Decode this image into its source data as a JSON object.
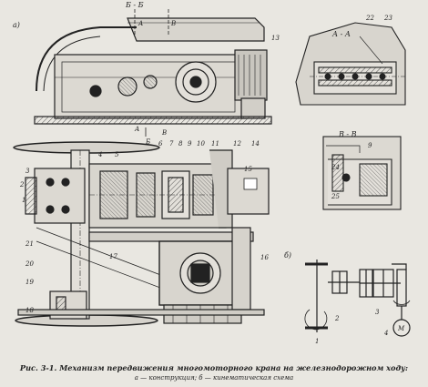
{
  "figure": {
    "caption_line1": "Рис. 3-1. Механизм передвижения многомоторного крана на железнодорожном ходу:",
    "caption_line2": "а — конструкция; б — кинематическая схема"
  },
  "views": {
    "view_a": "а)",
    "view_b": "б)",
    "section_bb": "Б - Б",
    "section_aa": "А - А",
    "section_vv": "В - В",
    "cut_a_top": "А",
    "cut_v_top": "В",
    "cut_a_bottom": "А",
    "cut_b_bottom": "Б",
    "cut_v_bottom": "В"
  },
  "callouts": {
    "n1": "1",
    "n2": "2",
    "n3": "3",
    "n4": "4",
    "n5": "5",
    "n6": "6",
    "n7": "7",
    "n8": "8",
    "n9": "9",
    "n10": "10",
    "n11": "11",
    "n12": "12",
    "n13": "13",
    "n14": "14",
    "n15": "15",
    "n16": "16",
    "n17": "17",
    "n18": "18",
    "n19": "19",
    "n20": "20",
    "n21": "21",
    "n22": "22",
    "n23": "23",
    "n24": "24",
    "n25": "25",
    "n9b": "9"
  },
  "kinematic": {
    "k1": "1",
    "k2": "2",
    "k3": "3",
    "k4": "4",
    "motor": "М"
  }
}
